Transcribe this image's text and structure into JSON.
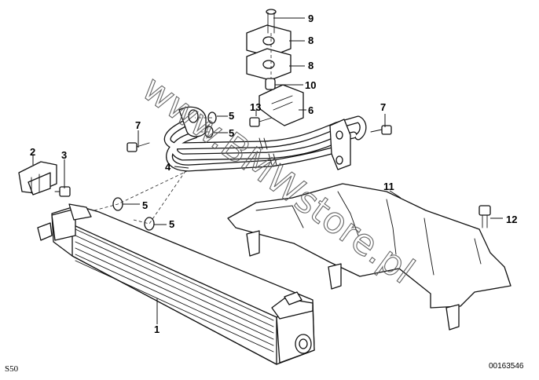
{
  "callouts": {
    "c1": "1",
    "c2": "2",
    "c3": "3",
    "c4": "4",
    "c5a": "5",
    "c5b": "5",
    "c5c": "5",
    "c5d": "5",
    "c6": "6",
    "c7a": "7",
    "c7b": "7",
    "c8a": "8",
    "c8b": "8",
    "c9": "9",
    "c10": "10",
    "c11": "11",
    "c12": "12",
    "c13": "13"
  },
  "footer": {
    "left_code": "S50",
    "right_code": "00163546"
  },
  "watermark": "www.BMWstore.pl"
}
